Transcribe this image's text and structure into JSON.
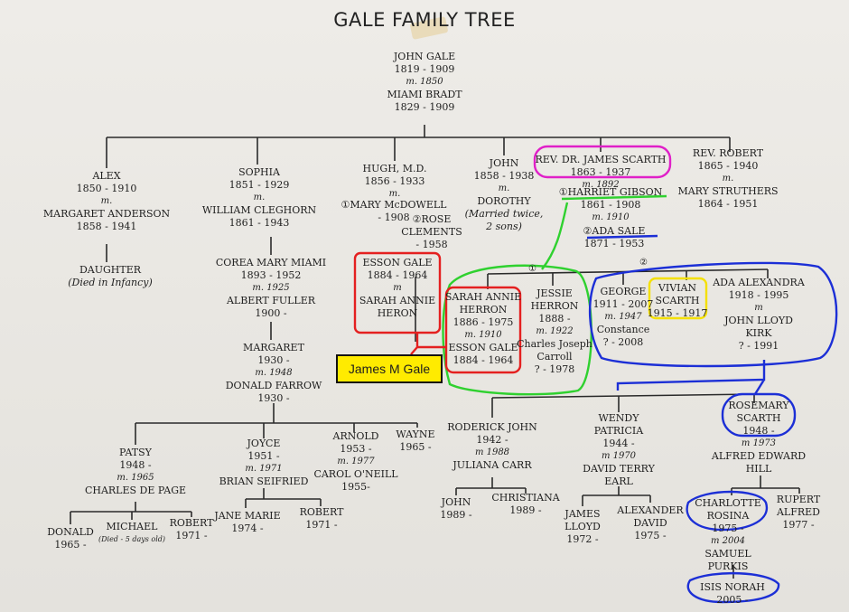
{
  "title": "GALE FAMILY TREE",
  "callout": "James M Gale",
  "mark_one": "①",
  "mark_two": "②",
  "annotation_colors": {
    "pink": "#e020c8",
    "green": "#2fd12f",
    "red": "#e42020",
    "blue": "#1c2fd6",
    "yellow": "#f4e000"
  },
  "root": [
    "JOHN GALE",
    "1819 - 1909",
    "m.  1850",
    "MIAMI BRADT",
    "1829 - 1909"
  ],
  "alex": [
    "ALEX",
    "1850 - 1910",
    "m.",
    "MARGARET ANDERSON",
    "1858 - 1941"
  ],
  "alex_child": [
    "DAUGHTER",
    "(Died in Infancy)"
  ],
  "sophia": [
    "SOPHIA",
    "1851 - 1929",
    "m.",
    "WILLIAM CLEGHORN",
    "1861 - 1943"
  ],
  "corea": [
    "COREA MARY MIAMI",
    "1893 - 1952",
    "m. 1925",
    "ALBERT FULLER",
    "1900 -"
  ],
  "margaret": [
    "MARGARET",
    "1930 -",
    "m. 1948",
    "DONALD FARROW",
    "1930 -"
  ],
  "hugh": [
    "HUGH, M.D.",
    "1856 - 1933",
    "m."
  ],
  "hugh_wife1": [
    "①MARY McDOWELL",
    "- 1908"
  ],
  "hugh_wife2": [
    "②ROSE",
    "CLEMENTS",
    "- 1958"
  ],
  "john2": [
    "JOHN",
    "1858 - 1938",
    "m.",
    "DOROTHY",
    "(Married twice,",
    "2 sons)"
  ],
  "scarth": [
    "REV. DR. JAMES SCARTH",
    "1863 - 1937",
    "m. 1892"
  ],
  "scarth_wife1": [
    "①HARRIET GIBSON",
    "1861 - 1908",
    "m. 1910"
  ],
  "scarth_wife2": [
    "②ADA SALE",
    "1871 - 1953"
  ],
  "robert": [
    "REV. ROBERT",
    "1865 - 1940",
    "m.",
    "MARY STRUTHERS",
    "1864 - 1951"
  ],
  "esson": [
    "ESSON GALE",
    "1884 - 1964",
    "m",
    "SARAH ANNIE",
    "HERON"
  ],
  "sarah": [
    "SARAH ANNIE",
    "HERRON",
    "1886 - 1975",
    "m. 1910",
    "ESSON GALE",
    "1884 - 1964"
  ],
  "jessie": [
    "JESSIE",
    "HERRON",
    "1888 -",
    "m. 1922",
    "Charles Joseph",
    "Carroll",
    "? - 1978"
  ],
  "george": [
    "GEORGE",
    "1911 - 2007",
    "m. 1947",
    "Constance",
    "? - 2008"
  ],
  "vivian": [
    "VIVIAN",
    "SCARTH",
    "1915 - 1917"
  ],
  "ada_alex": [
    "ADA ALEXANDRA",
    "1918 - 1995",
    "m",
    "JOHN LLOYD",
    "KIRK",
    "? - 1991"
  ],
  "patsy": [
    "PATSY",
    "1948 -",
    "m. 1965",
    "CHARLES DE PAGE"
  ],
  "joyce": [
    "JOYCE",
    "1951 -",
    "m. 1971",
    "BRIAN SEIFRIED"
  ],
  "arnold": [
    "ARNOLD",
    "1953 -",
    "m. 1977",
    "CAROL O'NEILL",
    "1955-"
  ],
  "wayne": [
    "WAYNE",
    "1965 -"
  ],
  "roderick": [
    "RODERICK JOHN",
    "1942 -",
    "m 1988",
    "JULIANA CARR"
  ],
  "wendy": [
    "WENDY",
    "PATRICIA",
    "1944 -",
    "m 1970",
    "DAVID TERRY",
    "EARL"
  ],
  "rosemary": [
    "ROSEMARY",
    "SCARTH",
    "1948 -",
    "m 1973",
    "ALFRED EDWARD",
    "HILL"
  ],
  "donald": [
    "DONALD",
    "1965 -"
  ],
  "michael": [
    "MICHAEL",
    "(Died - 5 days old)"
  ],
  "robert_p": [
    "ROBERT",
    "1971 -"
  ],
  "jane": [
    "JANE MARIE",
    "1974 -"
  ],
  "robert_j": [
    "ROBERT",
    "1971 -"
  ],
  "john_r": [
    "JOHN",
    "1989 -"
  ],
  "christiana": [
    "CHRISTIANA",
    "1989 -"
  ],
  "james_w": [
    "JAMES",
    "LLOYD",
    "1972 -"
  ],
  "alexander": [
    "ALEXANDER",
    "DAVID",
    "1975 -"
  ],
  "charlotte": [
    "CHARLOTTE",
    "ROSINA",
    "1975 -",
    "m 2004",
    "SAMUEL",
    "PURKIS"
  ],
  "rupert": [
    "RUPERT",
    "ALFRED",
    "1977 -"
  ],
  "isis": [
    "ISIS NORAH",
    "2005 -"
  ]
}
